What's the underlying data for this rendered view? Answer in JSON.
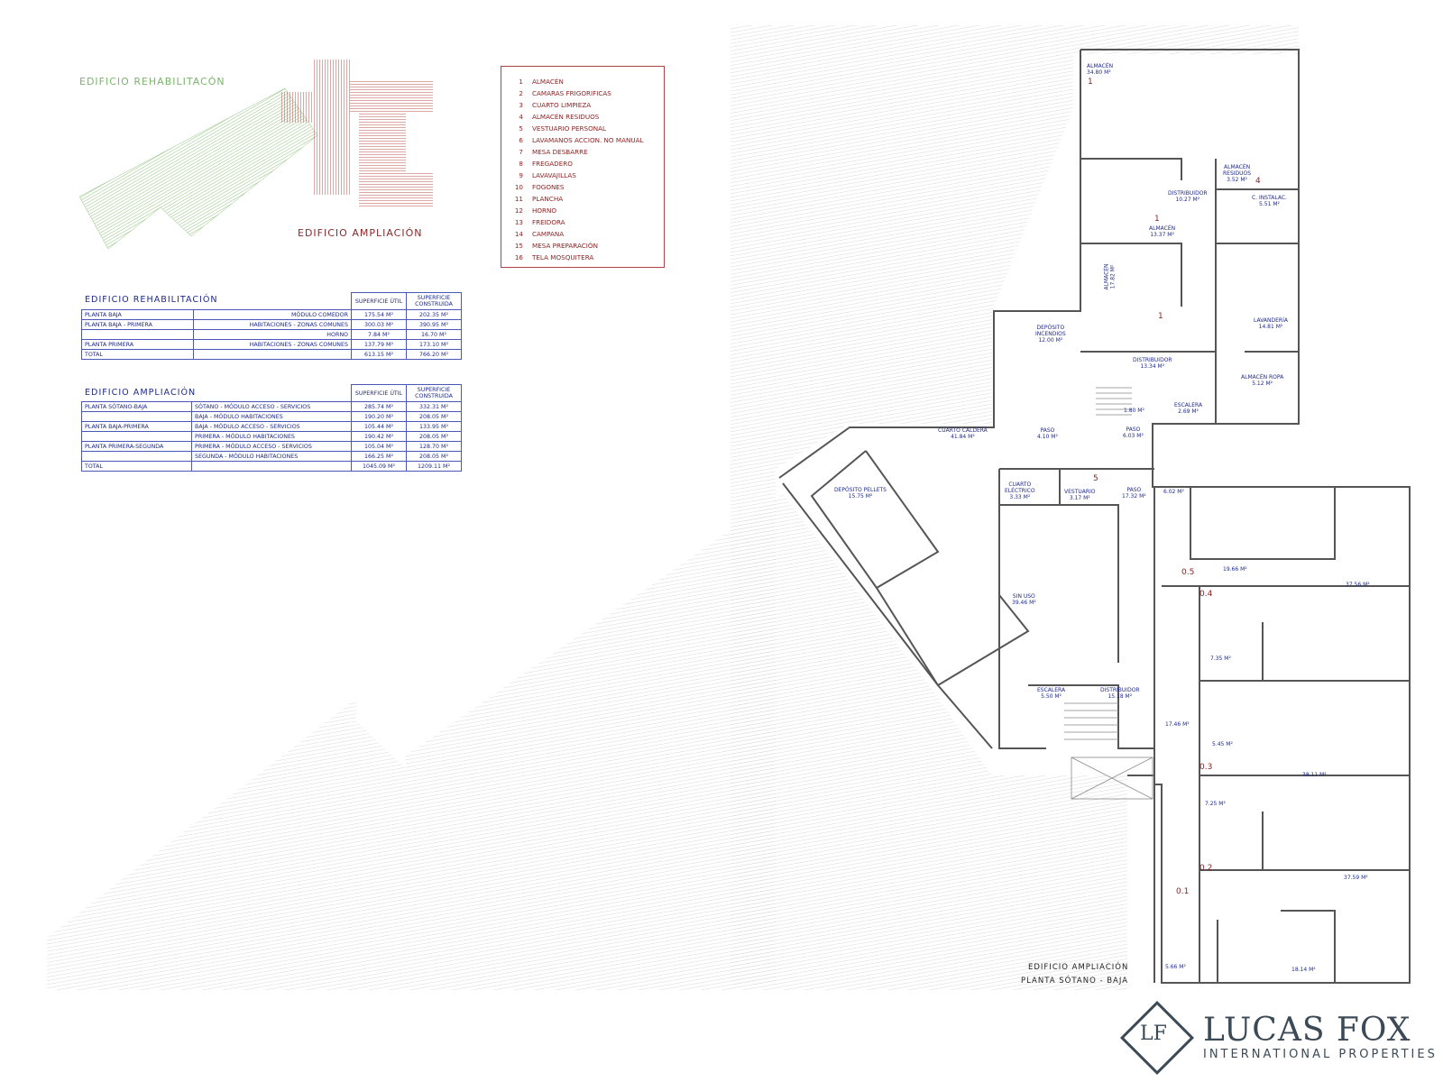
{
  "key_plan": {
    "label_rehab": "EDIFICIO REHABILITACÓN",
    "label_ampl": "EDIFICIO AMPLIACIÓN",
    "color_rehab": "#7bb56a",
    "color_ampl": "#8a2a2a"
  },
  "legend": [
    {
      "n": "1",
      "label": "ALMACÉN"
    },
    {
      "n": "2",
      "label": "CAMARAS FRIGORIFICAS"
    },
    {
      "n": "3",
      "label": "CUARTO LIMPIEZA"
    },
    {
      "n": "4",
      "label": "ALMACÉN RESIDUOS"
    },
    {
      "n": "5",
      "label": "VESTUARIO PERSONAL"
    },
    {
      "n": "6",
      "label": "LAVAMANOS ACCION. NO MANUAL"
    },
    {
      "n": "7",
      "label": "MESA DESBARRE"
    },
    {
      "n": "8",
      "label": "FREGADERO"
    },
    {
      "n": "9",
      "label": "LAVAVAJILLAS"
    },
    {
      "n": "10",
      "label": "FOGONES"
    },
    {
      "n": "11",
      "label": "PLANCHA"
    },
    {
      "n": "12",
      "label": "HORNO"
    },
    {
      "n": "13",
      "label": "FREIDORA"
    },
    {
      "n": "14",
      "label": "CAMPANA"
    },
    {
      "n": "15",
      "label": "MESA PREPARACIÓN"
    },
    {
      "n": "16",
      "label": "TELA MOSQUITERA"
    }
  ],
  "table_rehab": {
    "title": "EDIFICIO REHABILITACIÓN",
    "head_util": "SUPERFICIE ÚTIL",
    "head_const": "SUPERFICIE CONSTRUIDA",
    "rows": [
      {
        "a": "PLANTA BAJA",
        "b": "MÓDULO COMEDOR",
        "u": "175.54 M²",
        "c": "202.35 M²"
      },
      {
        "a": "PLANTA BAJA - PRIMERA",
        "b": "HABITACIONES - ZONAS COMUNES",
        "u": "300.03 M²",
        "c": "390.95 M²"
      },
      {
        "a": "",
        "b": "HORNO",
        "u": "7.84 M²",
        "c": "16.70 M²"
      },
      {
        "a": "PLANTA PRIMERA",
        "b": "HABITACIONES - ZONAS COMUNES",
        "u": "137.79 M²",
        "c": "173.10 M²"
      },
      {
        "a": "TOTAL",
        "b": "",
        "u": "613.15 M²",
        "c": "766.20 M²"
      }
    ]
  },
  "table_ampl": {
    "title": "EDIFICIO AMPLIACIÓN",
    "head_util": "SUPERFICIE ÚTIL",
    "head_const": "SUPERFICIE CONSTRUIDA",
    "rows": [
      {
        "a": "PLANTA SÓTANO-BAJA",
        "b": "SÓTANO - MÓDULO ACCESO - SERVICIOS",
        "u": "285.74 M²",
        "c": "332.31 M²"
      },
      {
        "a": "",
        "b": "BAJA - MÓDULO HABITACIONES",
        "u": "190.20 M²",
        "c": "208.05 M²"
      },
      {
        "a": "PLANTA BAJA-PRIMERA",
        "b": "BAJA - MÓDULO ACCESO - SERVICIOS",
        "u": "105.44 M²",
        "c": "133.95 M²"
      },
      {
        "a": "",
        "b": "PRIMERA - MÓDULO HABITACIONES",
        "u": "190.42 M²",
        "c": "208.05 M²"
      },
      {
        "a": "PLANTA PRIMERA-SEGUNDA",
        "b": "PRIMERA - MÓDULO ACCESO - SERVICIOS",
        "u": "105.04 M²",
        "c": "128.70 M²"
      },
      {
        "a": "",
        "b": "SEGUNDA - MÓDULO HABITACIONES",
        "u": "166.25 M²",
        "c": "208.05 M²"
      },
      {
        "a": "TOTAL",
        "b": "",
        "u": "1045.09 M²",
        "c": "1209.11 M²"
      }
    ]
  },
  "rooms": {
    "almacen_34": "ALMACÉN\n34.80 M²",
    "almacen_residuos": "ALMACÉN\nRESIDUOS\n3.52 M²",
    "distribuidor_10": "DISTRIBUIDOR\n10.27 M²",
    "c_instalac": "C. INSTALAC.\n5.51 M²",
    "almacen_13": "ALMACÉN\n13.37 M²",
    "almacen_17": "ALMACÉN\n17.82 M²",
    "lavanderia": "LAVANDERÍA\n14.81 M²",
    "deposito_incendios": "DEPÓSITO\nINCENDIOS\n12.00 M²",
    "distribuidor_13": "DISTRIBUIDOR\n13.34 M²",
    "almacen_ropa": "ALMACÉN ROPA\n5.12 M²",
    "a_1_80": "1.80 M²",
    "escalera_2": "ESCALERA\n2.69 M²",
    "cuarto_caldera": "CUARTO CALDERA\n41.84 M²",
    "paso_4": "PASO\n4.10 M²",
    "paso_6": "PASO\n6.03 M²",
    "deposito_pellets": "DEPÓSITO PELLETS\n15.75 M²",
    "cuarto_electrico": "CUARTO\nELÉCTRICO\n3.33 M²",
    "vestuario": "VESTUARIO\n3.17 M²",
    "paso_17": "PASO\n17.32 M²",
    "a_6_02": "6.02 M²",
    "a_19_66": "19.66 M²",
    "a_37_56": "37.56 M²",
    "sin_uso": "SIN USO\n39.46 M²",
    "a_7_35": "7.35 M²",
    "escalera_5": "ESCALERA\n5.50 M²",
    "distribuidor_15": "DISTRIBUIDOR\n15.18 M²",
    "a_17_46": "17.46 M²",
    "a_5_45": "5.45 M²",
    "a_38_11": "38.11 M²",
    "a_7_25": "7.25 M²",
    "a_37_59": "37.59 M²",
    "a_5_66": "5.66 M²",
    "a_18_14": "18.14 M²"
  },
  "room_marks": {
    "m1a": "1",
    "m1b": "1",
    "m1c": "1",
    "m4": "4",
    "m5": "5",
    "r05": "0.5",
    "r04": "0.4",
    "r03": "0.3",
    "r02": "0.2",
    "r01": "0.1"
  },
  "plan_title": {
    "line1": "EDIFICIO AMPLIACIÓN",
    "line2": "PLANTA SÓTANO - BAJA"
  },
  "brand": {
    "monogram": "LF",
    "name": "LUCAS FOX",
    "tagline": "INTERNATIONAL PROPERTIES",
    "color": "#3b4a56"
  }
}
